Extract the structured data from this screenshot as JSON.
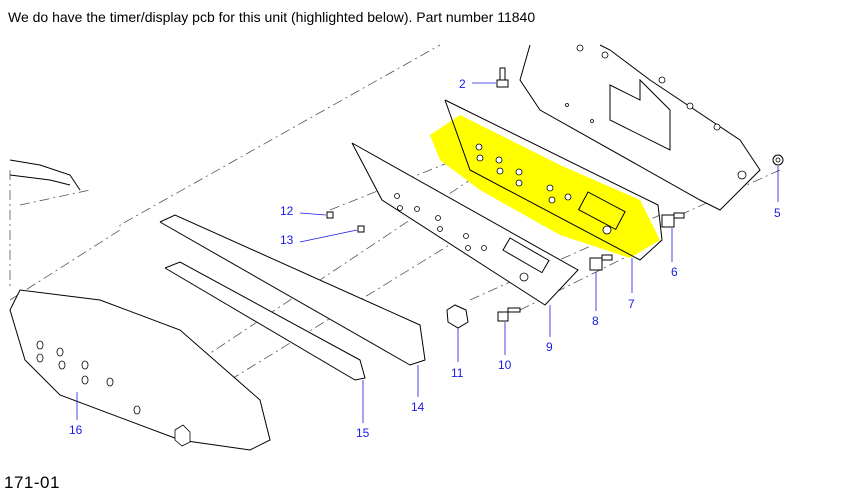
{
  "caption": "We do have the timer/display pcb for this unit (highlighted below). Part number 11840",
  "figure_id": "171-01",
  "highlight_color": "#ffff00",
  "label_color": "#1a1ae6",
  "callouts": [
    "2",
    "5",
    "6",
    "7",
    "8",
    "9",
    "10",
    "11",
    "12",
    "13",
    "14",
    "15",
    "16"
  ]
}
